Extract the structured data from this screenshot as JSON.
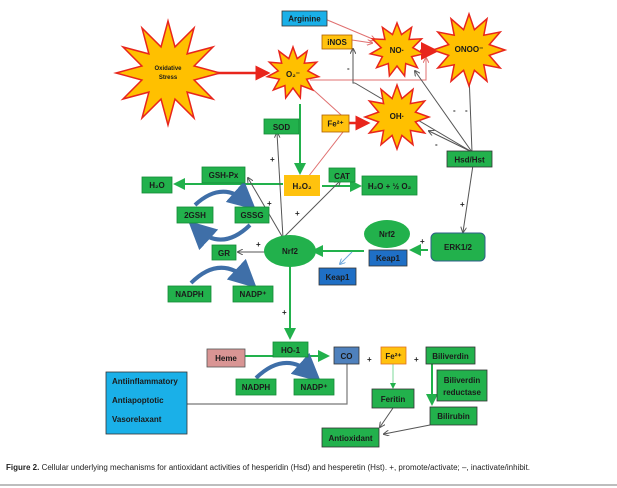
{
  "colors": {
    "green": "#22b14c",
    "green_dark": "#138a36",
    "yellow": "#ffc20e",
    "star_fill": "#ffc000",
    "star_stroke": "#e8251c",
    "blue": "#1f6fc5",
    "light_blue": "#00b0f0",
    "cyan_box": "#1ab0e8",
    "co_blue": "#4f81bd",
    "heme_pink": "#d99594",
    "red": "#e8251c",
    "gray_arrow": "#555555"
  },
  "nodes": {
    "arginine": "Arginine",
    "inos": "iNOS",
    "oxidative_stress_line1": "Oxidative",
    "oxidative_stress_line2": "Stress",
    "o2_radical": "O₂⁻",
    "no": "NO·",
    "onoo": "ONOO⁻",
    "oh": "OH·",
    "fe2_top": "Fe²⁺",
    "sod": "SOD",
    "h2o2": "H₂O₂",
    "cat": "CAT",
    "h2o_half_o2": "H₂O + ½ O₂",
    "hsd_hst": "Hsd/Hst",
    "h2o": "H₂O",
    "gsh_px": "GSH-Px",
    "gsh2": "2GSH",
    "gssg": "GSSG",
    "gr": "GR",
    "nadph_top": "NADPH",
    "nadp_top": "NADP⁺",
    "nrf2_main": "Nrf2",
    "nrf2_bound": "Nrf2",
    "keap1_bound": "Keap1",
    "keap1_free": "Keap1",
    "erk": "ERK1/2",
    "heme": "Heme",
    "ho1": "HO-1",
    "co": "CO",
    "fe2_bottom": "Fe²⁺",
    "biliverdin": "Biliverdin",
    "biliverdin_reductase_line1": "Biliverdin",
    "biliverdin_reductase_line2": "reductase",
    "bilirubin": "Bilirubin",
    "feritin": "Feritin",
    "nadph_bottom": "NADPH",
    "nadp_bottom": "NADP⁺",
    "antioxidant": "Antioxidant",
    "effects": [
      "Antiinflammatory",
      "Antiapoptotic",
      "Vasorelaxant"
    ]
  },
  "signs": {
    "plus": "+",
    "minus": "-"
  },
  "caption": {
    "label": "Figure 2.",
    "text": " Cellular underlying mechanisms for antioxidant activities of hesperidin (Hsd) and hesperetin (Hst). +, promote/activate; –, inactivate/inhibit."
  }
}
